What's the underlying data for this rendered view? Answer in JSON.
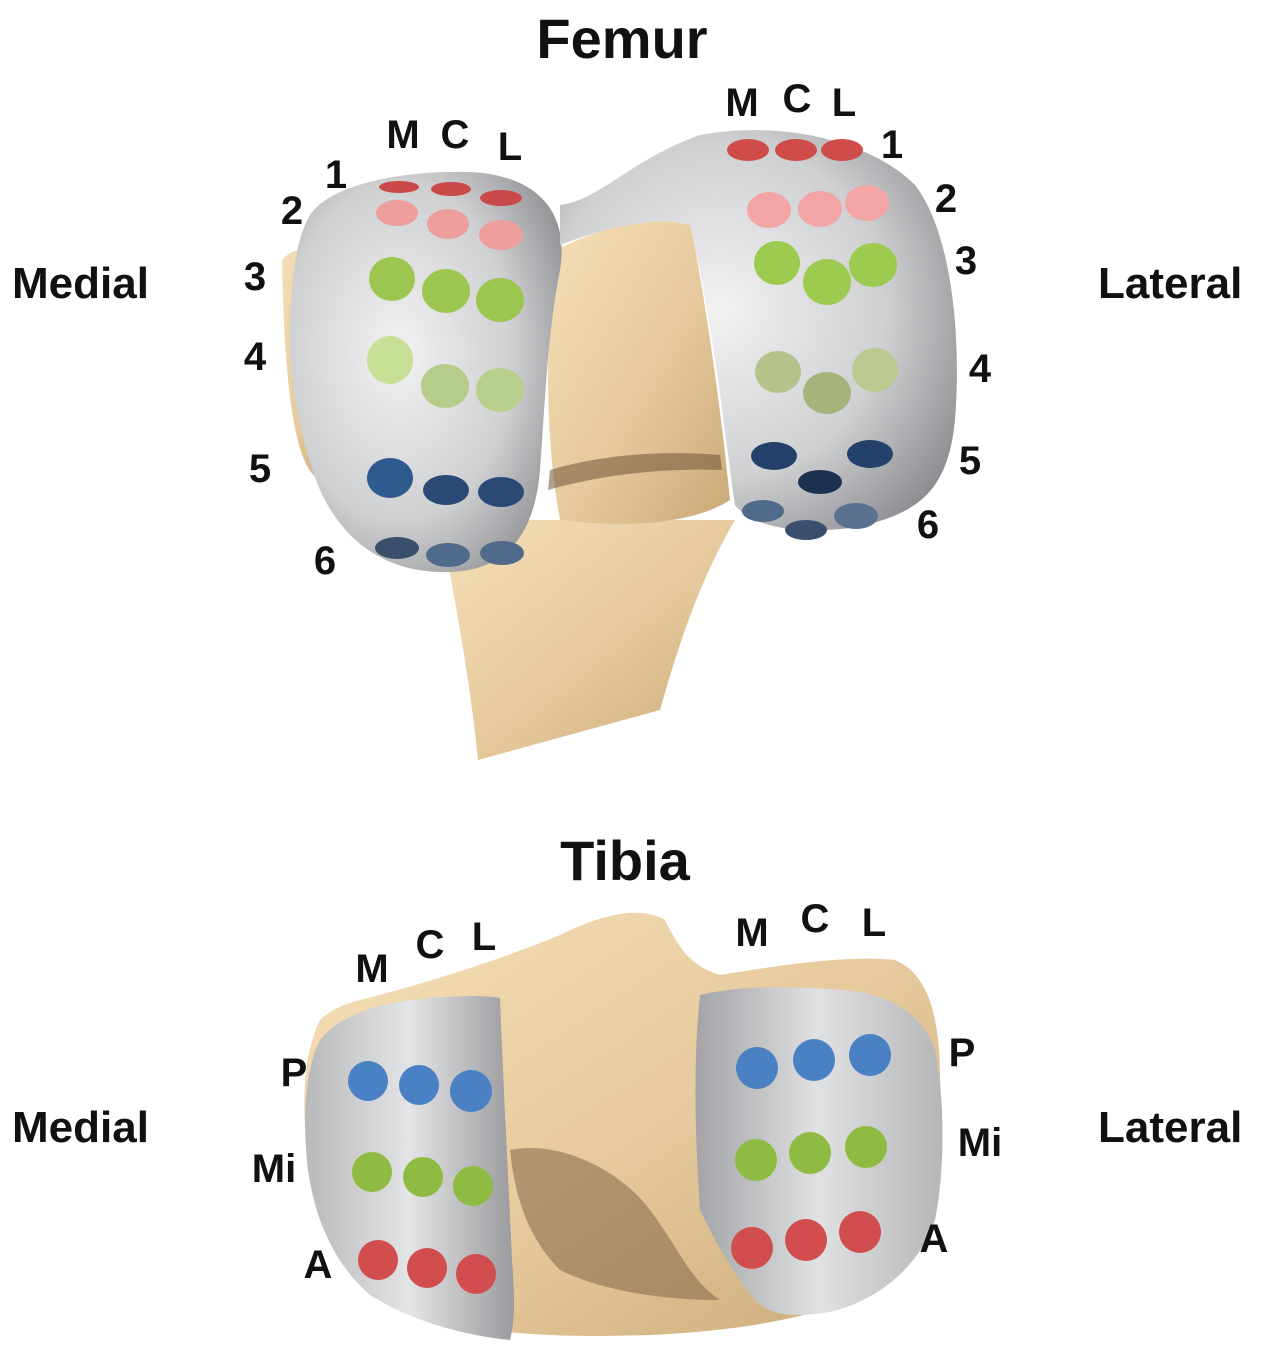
{
  "femur": {
    "title": "Femur",
    "side_left": "Medial",
    "side_right": "Lateral",
    "column_labels": [
      "M",
      "C",
      "L"
    ],
    "row_labels": [
      "1",
      "2",
      "3",
      "4",
      "5",
      "6"
    ],
    "row_colors": [
      "#d0504f",
      "#f0a3a2",
      "#9cc64f",
      "#c2d596",
      "#2d4c78",
      "#4a6585"
    ]
  },
  "tibia": {
    "title": "Tibia",
    "side_left": "Medial",
    "side_right": "Lateral",
    "column_labels": [
      "M",
      "C",
      "L"
    ],
    "row_labels": [
      "P",
      "Mi",
      "A"
    ],
    "row_colors": [
      "#4a80c4",
      "#90bb43",
      "#d24e4e"
    ]
  },
  "colors": {
    "bone": "#f1d7ad",
    "cartilage": "#cfd0d2"
  }
}
